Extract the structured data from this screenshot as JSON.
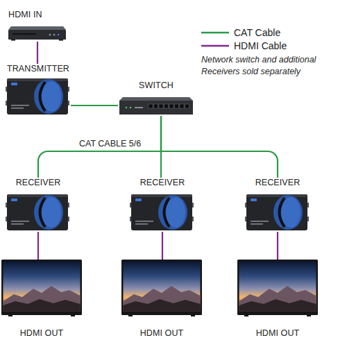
{
  "diagram": {
    "nodes": [
      {
        "text": [
          "HDMI IN"
        ]
      },
      {
        "text": [
          "TRANSMITTER"
        ]
      },
      {
        "text": [
          "SWITCH"
        ]
      },
      {
        "text": [
          "RECEIVER"
        ]
      },
      {
        "text": [
          "RECEIVER"
        ]
      },
      {
        "text": [
          "RECEIVER"
        ]
      },
      {
        "text": [
          "HDMI OUT"
        ]
      },
      {
        "text": [
          "HDMI OUT"
        ]
      },
      {
        "text": [
          "HDMI OUT"
        ]
      }
    ],
    "edges": [
      {
        "from": 0,
        "to": 1,
        "arrow": "none"
      },
      {
        "from": 1,
        "to": 2,
        "arrow": "none"
      },
      {
        "from": 2,
        "to": 3,
        "arrow": "none"
      },
      {
        "from": 2,
        "to": 4,
        "arrow": "none"
      },
      {
        "from": 2,
        "to": 5,
        "arrow": "none"
      },
      {
        "from": 3,
        "to": 6,
        "arrow": "none"
      },
      {
        "from": 4,
        "to": 7,
        "arrow": "none"
      },
      {
        "from": 5,
        "to": 8,
        "arrow": "none"
      }
    ],
    "labels": [
      "Network switch and additional Receivers sold separately",
      "CAT CABLE 5/6"
    ],
    "legend": [
      {
        "text": "CAT Cable"
      },
      {
        "text": "HDMI Cable"
      }
    ]
  }
}
